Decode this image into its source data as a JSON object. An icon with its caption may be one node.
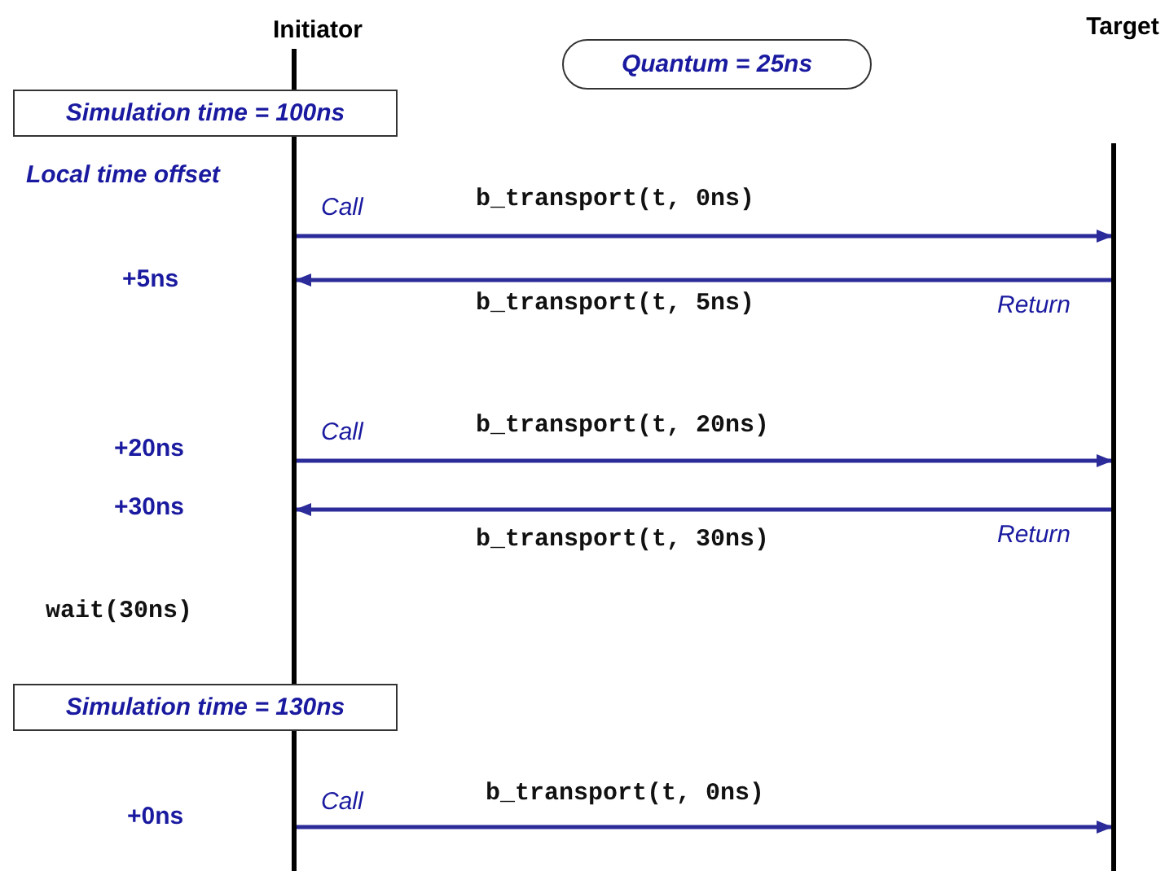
{
  "diagram": {
    "nodes": [
      {
        "text": [
          "Initiator"
        ]
      },
      {
        "text": [
          "Target"
        ]
      },
      {
        "text": [
          "Quantum = 25ns"
        ]
      },
      {
        "text": [
          "Simulation time = 100ns"
        ]
      },
      {
        "text": [
          "Simulation time = 130ns"
        ]
      }
    ],
    "edges": [
      {
        "from": 0,
        "to": 1,
        "arrow": "to",
        "label": "b_transport(t, 0ns)"
      },
      {
        "from": 1,
        "to": 0,
        "arrow": "to",
        "label": "b_transport(t, 5ns)"
      },
      {
        "from": 0,
        "to": 1,
        "arrow": "to",
        "label": "b_transport(t, 20ns)"
      },
      {
        "from": 1,
        "to": 0,
        "arrow": "to",
        "label": "b_transport(t, 30ns)"
      },
      {
        "from": 0,
        "to": 1,
        "arrow": "to",
        "label": "b_transport(t, 0ns)"
      }
    ],
    "labels": [
      "Local time offset",
      "Call",
      "+5ns",
      "Return",
      "Call",
      "+20ns",
      "+30ns",
      "Return",
      "wait(30ns)",
      "Call",
      "+0ns"
    ]
  }
}
